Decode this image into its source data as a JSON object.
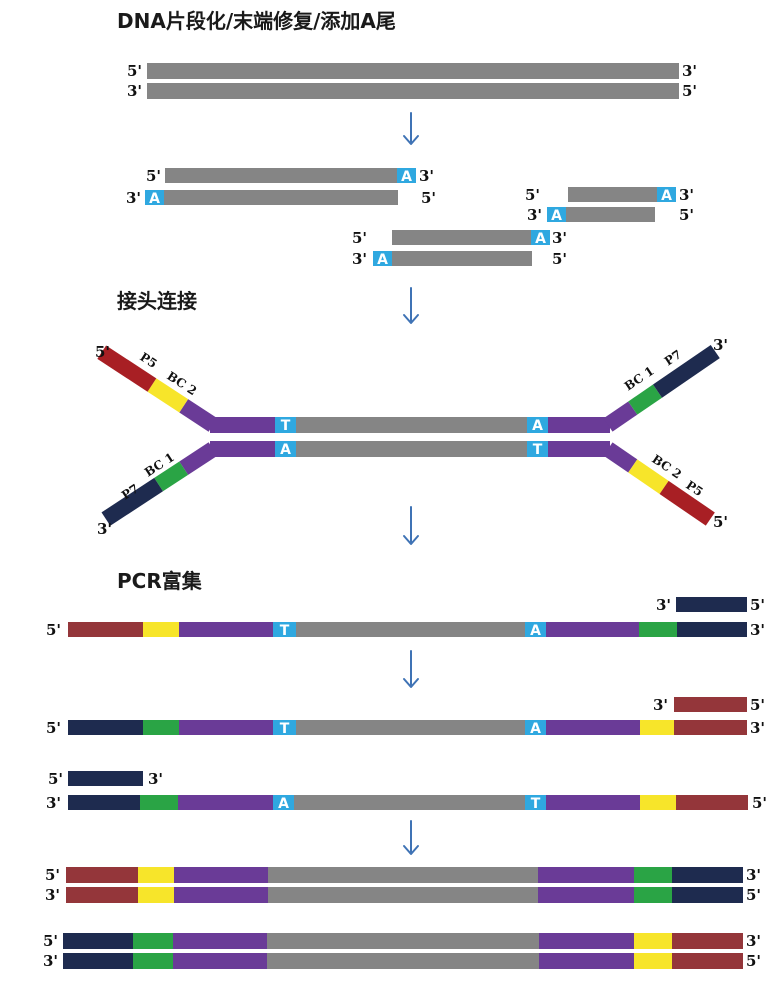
{
  "titles": {
    "step1": "DNA片段化/末端修复/添加A尾",
    "step2": "接头连接",
    "step3": "PCR富集"
  },
  "end_labels": {
    "five": "5'",
    "three": "3'"
  },
  "bases": {
    "a": "A",
    "t": "T"
  },
  "adapter_labels": {
    "p5": "P5",
    "p7": "P7",
    "bc1": "BC 1",
    "bc2": "BC 2"
  },
  "colors": {
    "insert": "#858585",
    "adapter": "#6a3b97",
    "p5": "#a81f24",
    "p5_pcr": "#94363a",
    "p7": "#1e2b4f",
    "bc1": "#2aa445",
    "bc2": "#f7e52a",
    "base_bg": "#2fa8e0",
    "arrow": "#3f73b5"
  }
}
